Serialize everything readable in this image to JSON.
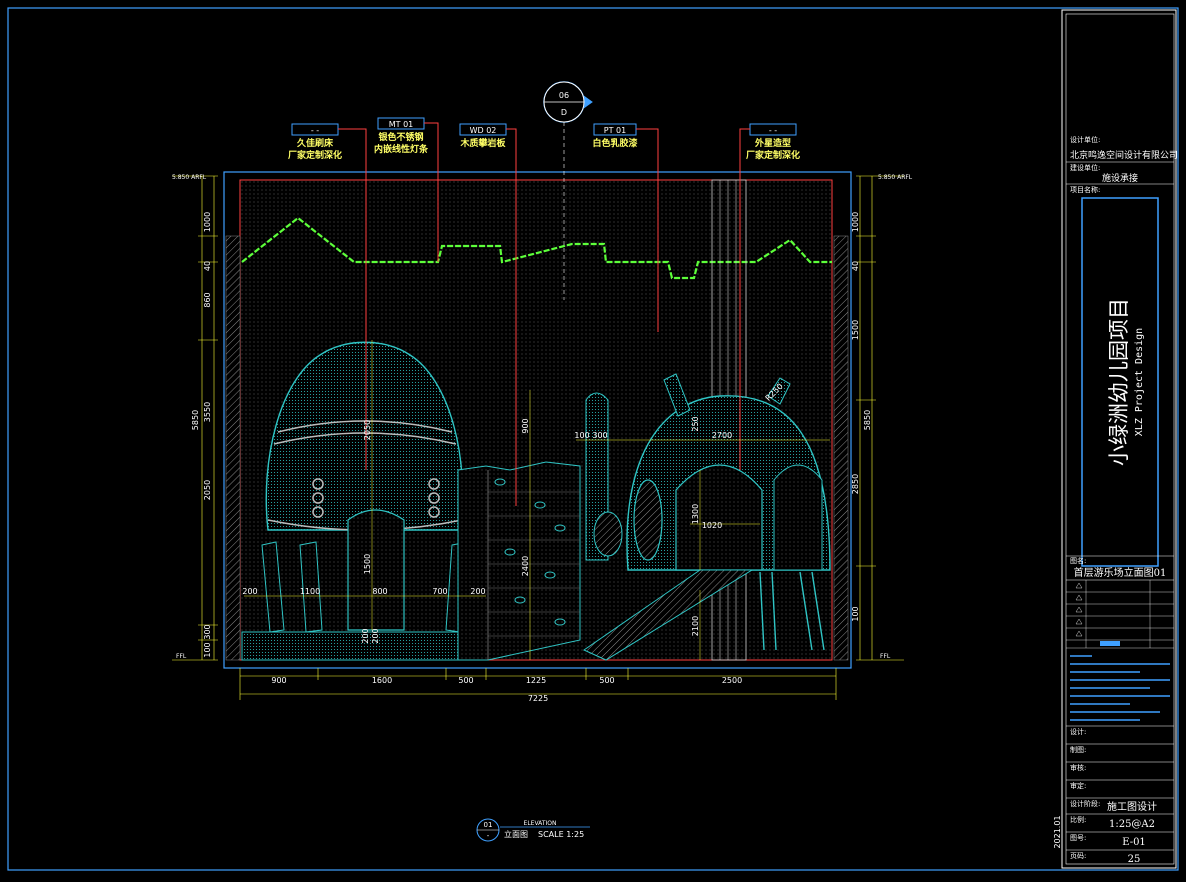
{
  "title_block": {
    "designer_label": "设计单位:",
    "designer": "北京鸣逸空间设计有限公司",
    "stage_label": "建设单位:",
    "stage": "施设承接",
    "project_label": "项目名称:",
    "project_cn": "小绿洲幼儿园项目",
    "project_en": "XLZ Project Design",
    "drawing_label": "图名:",
    "drawing": "首层游乐场立面图01",
    "design_label": "设计:",
    "draw_label": "制图:",
    "check_label": "审核:",
    "approve_label": "审定:",
    "phase_label": "设计阶段:",
    "phase": "施工图设计",
    "scale_label": "比例:",
    "scale": "1:25@A2",
    "no_label": "图号:",
    "no": "E-01",
    "page_label": "页码:",
    "page": "25",
    "date": "2021.01"
  },
  "elevation": {
    "marker_top": "01",
    "marker_bottom": "-",
    "caption_en": "ELEVATION",
    "caption_cn": "立面图",
    "caption_scale": "SCALE 1:25",
    "section_top": "06",
    "section_bottom": "D"
  },
  "tags": [
    {
      "code": "-  -",
      "note1": "久佳刷床",
      "note2": "厂家定制深化"
    },
    {
      "code": "MT 01",
      "note1": "银色不锈钢",
      "note2": "内嵌线性灯条"
    },
    {
      "code": "WD 02",
      "note1": "木质攀岩板",
      "note2": ""
    },
    {
      "code": "PT 01",
      "note1": "白色乳胶漆",
      "note2": ""
    },
    {
      "code": "-  -",
      "note1": "外星造型",
      "note2": "厂家定制深化"
    }
  ],
  "dims_bottom": [
    "900",
    "1600",
    "500",
    "1225",
    "500",
    "2500"
  ],
  "dim_total": "7225",
  "dims_left": [
    "1000",
    "40",
    "860",
    "3550",
    "5850",
    "2050",
    "300",
    "100"
  ],
  "dims_right": [
    "1000",
    "40",
    "1500",
    "5850",
    "2850",
    "100"
  ],
  "dims_inner": [
    "2050",
    "1500",
    "200",
    "1100",
    "800",
    "700",
    "200",
    "200",
    "200",
    "900",
    "2400",
    "100",
    "300",
    "2700",
    "250",
    "1300",
    "1020",
    "R250",
    "2100"
  ],
  "elev_labels": [
    "5.850 ARFL",
    "5.850 ARFL",
    "FFL",
    "FFL"
  ]
}
